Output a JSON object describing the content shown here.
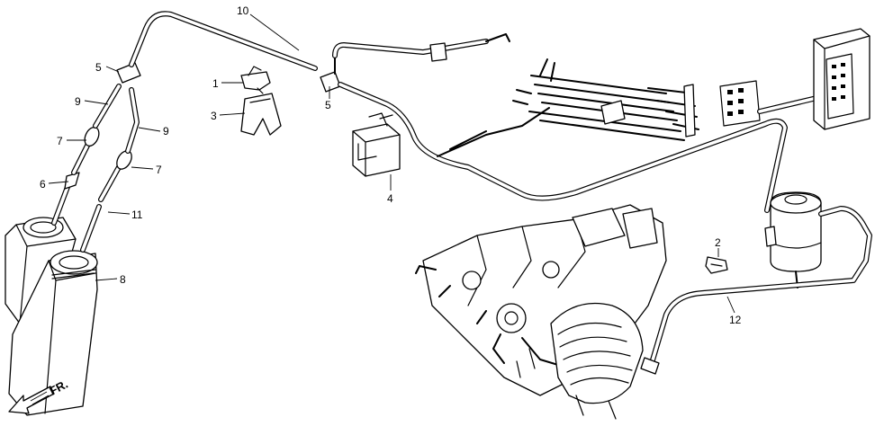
{
  "diagram": {
    "callouts": [
      {
        "id": "c10",
        "text": "10"
      },
      {
        "id": "c5a",
        "text": "5"
      },
      {
        "id": "c1",
        "text": "1"
      },
      {
        "id": "c3",
        "text": "3"
      },
      {
        "id": "c5b",
        "text": "5"
      },
      {
        "id": "c9a",
        "text": "9"
      },
      {
        "id": "c9b",
        "text": "9"
      },
      {
        "id": "c7a",
        "text": "7"
      },
      {
        "id": "c7b",
        "text": "7"
      },
      {
        "id": "c6",
        "text": "6"
      },
      {
        "id": "c11",
        "text": "11"
      },
      {
        "id": "c8",
        "text": "8"
      },
      {
        "id": "c4",
        "text": "4"
      },
      {
        "id": "c2",
        "text": "2"
      },
      {
        "id": "c12",
        "text": "12"
      }
    ],
    "direction_label": "FR."
  }
}
